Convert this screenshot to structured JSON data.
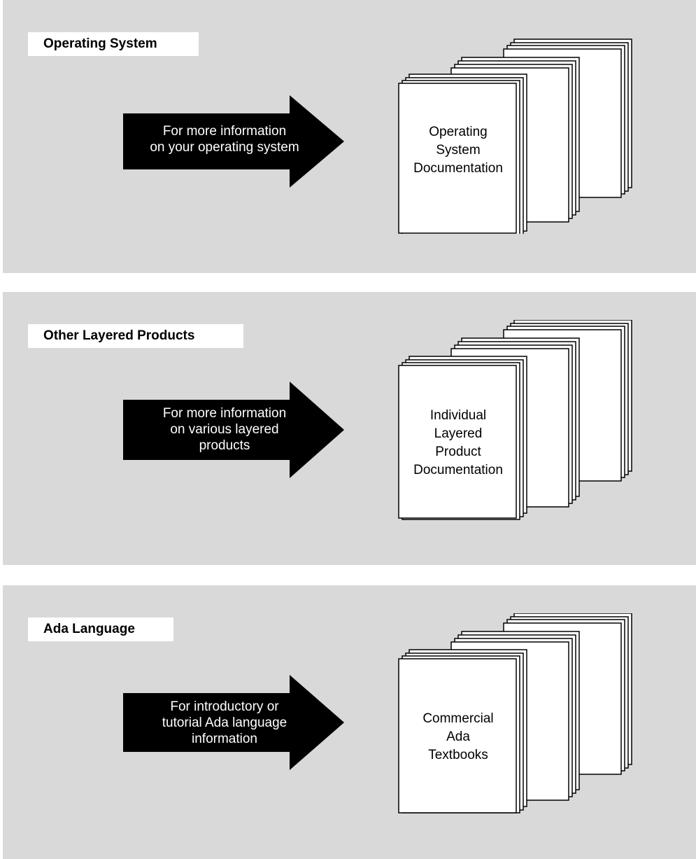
{
  "colors": {
    "panel": "#d9d9d9",
    "arrow": "#000000",
    "label_bg": "#ffffff",
    "book_fill": "#ffffff"
  },
  "sections": [
    {
      "title": "Operating System",
      "arrow_text": "For more information\non your operating system",
      "books_text": "Operating\nSystem\nDocumentation"
    },
    {
      "title": "Other Layered Products",
      "arrow_text": "For more information\non various layered\nproducts",
      "books_text": "Individual\nLayered\nProduct\nDocumentation"
    },
    {
      "title": "Ada Language",
      "arrow_text": "For introductory or\ntutorial Ada language\ninformation",
      "books_text": "Commercial\nAda\nTextbooks"
    }
  ]
}
